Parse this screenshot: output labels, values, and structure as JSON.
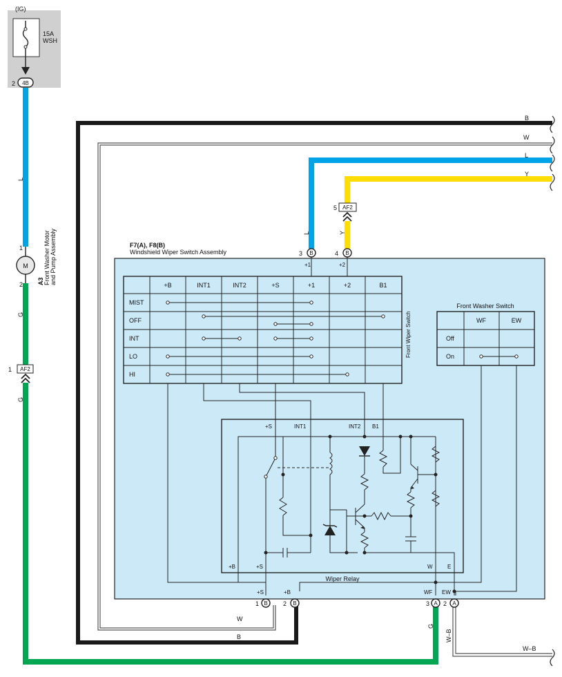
{
  "fuse": {
    "ig": "(IG)",
    "rating": "15A",
    "name": "WSH",
    "pin": "2",
    "conn": "4B"
  },
  "wires": {
    "right": {
      "b": "B",
      "w": "W",
      "l": "L",
      "y": "Y",
      "wb": "W–B"
    },
    "left_l": "L",
    "left_g1": "G",
    "left_g2": "G",
    "bottom_w": "W",
    "bottom_b": "B",
    "sw_l": "L",
    "sw_y": "Y",
    "sw_g": "G",
    "sw_wb": "W–B"
  },
  "motor": {
    "id": "A3",
    "name": "Front Washer Motor",
    "name2": "and Pump Assembly",
    "pin_top": "1",
    "pin_bottom": "2",
    "symbol": "M"
  },
  "af2_left": {
    "pin": "1",
    "name": "AF2"
  },
  "af2_top": {
    "pin": "5",
    "name": "AF2"
  },
  "assembly": {
    "connectors": "F7(A), F8(B)",
    "title": "Windshield Wiper Switch Assembly"
  },
  "top_pins": [
    {
      "num": "3",
      "conn": "B",
      "label": "+1"
    },
    {
      "num": "4",
      "conn": "B",
      "label": "+2"
    }
  ],
  "bottom_pins": [
    {
      "num": "1",
      "conn": "B",
      "label": "+S"
    },
    {
      "num": "2",
      "conn": "B",
      "label": "+B"
    },
    {
      "num": "3",
      "conn": "A",
      "label": "WF"
    },
    {
      "num": "2",
      "conn": "A",
      "label": "EW"
    }
  ],
  "wiper_switch": {
    "title": "Front Wiper Switch",
    "columns": [
      "+B",
      "INT1",
      "INT2",
      "+S",
      "+1",
      "+2",
      "B1"
    ],
    "rows": [
      "MIST",
      "OFF",
      "INT",
      "LO",
      "HI"
    ]
  },
  "washer_switch": {
    "title": "Front Washer Switch",
    "columns": [
      "WF",
      "EW"
    ],
    "rows": [
      "Off",
      "On"
    ]
  },
  "relay": {
    "title": "Wiper Relay",
    "top_labels": [
      "+S",
      "INT1",
      "INT2",
      "B1"
    ],
    "bottom_labels": [
      "+B",
      "+S",
      "W",
      "E"
    ]
  }
}
